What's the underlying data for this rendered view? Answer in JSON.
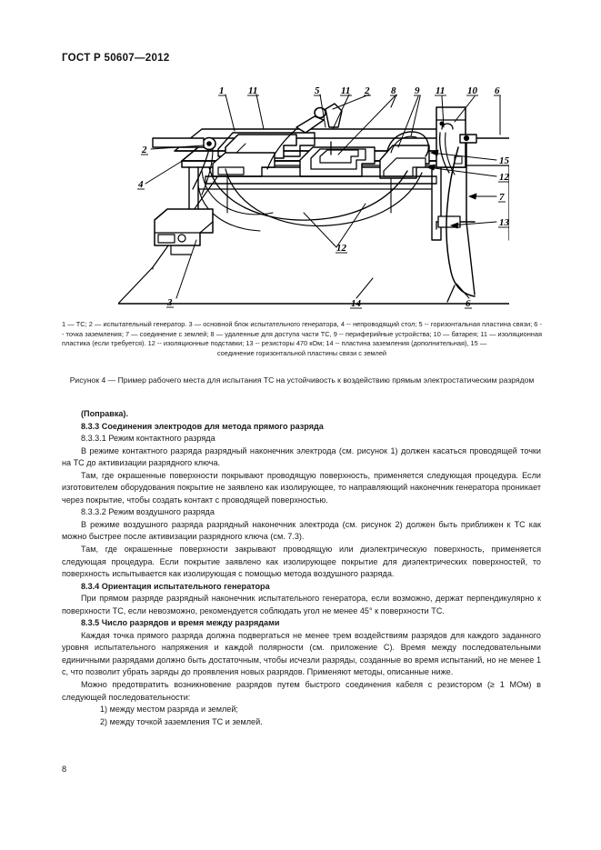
{
  "document": {
    "header": "ГОСТ Р 50607—2012",
    "page_number": "8"
  },
  "figure": {
    "callouts_top": [
      "1",
      "11",
      "5",
      "11",
      "2",
      "8",
      "9",
      "11",
      "10",
      "6"
    ],
    "callouts_left": [
      "2",
      "4"
    ],
    "callouts_right": [
      "15",
      "12",
      "7",
      "13"
    ],
    "callouts_bottom": [
      "3",
      "12",
      "14",
      "6"
    ],
    "legend": "1 — ТС; 2 — испытательный генератор. 3 — основной блок испытательного генератора, 4 -- непроводящий стол; 5 -- горизонтальная пластина связи; 6 -- точка заземления; 7 — соединение с землей; 8 — удаленные для доступа части ТС, 9 -- периферийные устройства; 10 — батарея; 11 — изоляционная пластика (если требуется). 12 -- изоляционные подставки; 13 -- резисторы 470 кОм; 14 -- пластина заземления (дополнительная), 15 —",
    "legend_lastline": "соединение горизонтальной пластины связи с землей",
    "caption_line1": "Рисунок 4 — Пример рабочего места для испытания ТС на устойчивость к воздействию прямым",
    "caption_line2": "электростатическим разрядом"
  },
  "body": {
    "popravka": "(Поправка).",
    "heading_833": "8.3.3 Соединения электродов для метода прямого разряда",
    "sub_8331": "8.3.3.1 Режим контактного разряда",
    "para_8331": "В режиме контактного разряда  разрядный наконечник электрода (см. рисунок 1) должен касаться проводящей точки на ТС до активизации разрядного ключа.",
    "para_8331b": "Там, где окрашенные поверхности покрывают проводящую поверхность, применяется следующая процедура. Если изготовителем оборудования покрытие не заявлено как изолирующее, то направляющий наконечник генератора проникает через покрытие, чтобы создать контакт с проводящей поверхностью.",
    "sub_8332": "8.3.3.2 Режим воздушного разряда",
    "para_8332": "В режиме воздушного разряда разрядный наконечник электрода (см. рисунок 2) должен быть приближен к ТС как можно быстрее после активизации разрядного ключа (см. 7.3).",
    "para_8332b": "Там, где окрашенные  поверхности  закрывают проводящую или диэлектрическую поверхность, применяется следующая процедура. Если покрытие заявлено как изолирующее покрытие для диэлектрических поверхностей, то поверхность испытывается как изолирующая с помощью метода воздушного разряда.",
    "heading_834": "8.3.4 Ориентация испытательного генератора",
    "para_834": "При прямом разряде разрядный наконечник испытательного генератора, если возможно, держат перпендикулярно к поверхности ТС,  если невозможно, рекомендуется соблюдать угол не менее 45° к поверхности ТС.",
    "heading_835": "8.3.5 Число  разрядов и время между разрядами",
    "para_835": "Каждая точка прямого разряда должна подвергаться не менее трем воздействиям разрядов для каждого заданного уровня испытательного напряжения и каждой полярности (см. приложение С). Время между последовательными единичными разрядами должно быть достаточным, чтобы исчезли разряды, созданные во время испытаний, но не менее 1 с, что позволит убрать заряды до проявления новых разрядов. Применяют методы, описанные ниже.",
    "para_835b": "Можно предотвратить возникновение разрядов путем быстрого соединения кабеля с резистором (≥ 1 МОм) в следующей последовательности:",
    "list_item_1": "1) между местом разряда и землей;",
    "list_item_2": "2) между точкой заземления ТС и землей."
  }
}
